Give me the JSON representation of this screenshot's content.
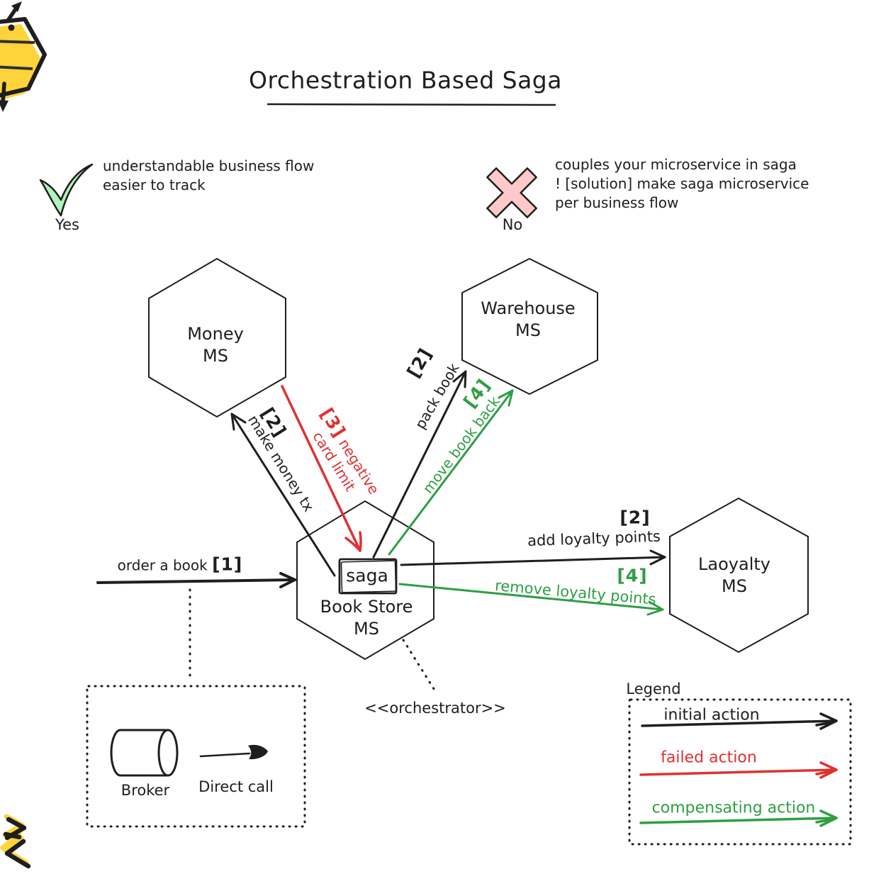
{
  "title": "Orchestration Based Saga",
  "colors": {
    "ink": "#1e1e1e",
    "red": "#e03131",
    "green": "#2f9e44",
    "check_fill": "#b2f2bb",
    "cross_fill": "#ffc9c9",
    "bee_yellow": "#ffd43b"
  },
  "notes": {
    "pro": {
      "verdict": "Yes",
      "line1": "understandable business flow",
      "line2": "easier to track"
    },
    "con": {
      "verdict": "No",
      "line1": "couples your microservice in saga",
      "line2": "! [solution] make saga microservice",
      "line3": "per business flow"
    }
  },
  "nodes": {
    "money": {
      "line1": "Money",
      "line2": "MS"
    },
    "warehouse": {
      "line1": "Warehouse",
      "line2": "MS"
    },
    "loyalty": {
      "line1": "Laoyalty",
      "line2": "MS"
    },
    "bookstore": {
      "line1": "Book Store",
      "line2": "MS",
      "badge": "saga",
      "stereotype": "<<orchestrator>>"
    }
  },
  "arrows": {
    "order": {
      "number": "[1]",
      "label": "order a book",
      "type": "initial"
    },
    "money_tx": {
      "number": "[2]",
      "label": "make money tx",
      "type": "initial"
    },
    "card_limit": {
      "number": "[3]",
      "label_line1": "negative",
      "label_line2": "card limit",
      "type": "failed"
    },
    "pack_book": {
      "number": "[2]",
      "label": "pack book",
      "type": "initial"
    },
    "move_back": {
      "number": "[4]",
      "label": "move book back",
      "type": "compensating"
    },
    "add_points": {
      "number": "[2]",
      "label": "add loyalty points",
      "type": "initial"
    },
    "remove_points": {
      "number": "[4]",
      "label": "remove loyalty points",
      "type": "compensating"
    }
  },
  "legend": {
    "title": "Legend",
    "items": [
      {
        "label": "initial action",
        "color": "#1e1e1e"
      },
      {
        "label": "failed action",
        "color": "#e03131"
      },
      {
        "label": "compensating action",
        "color": "#2f9e44"
      }
    ]
  },
  "icon_box": {
    "broker_label": "Broker",
    "direct_call_label": "Direct call"
  }
}
